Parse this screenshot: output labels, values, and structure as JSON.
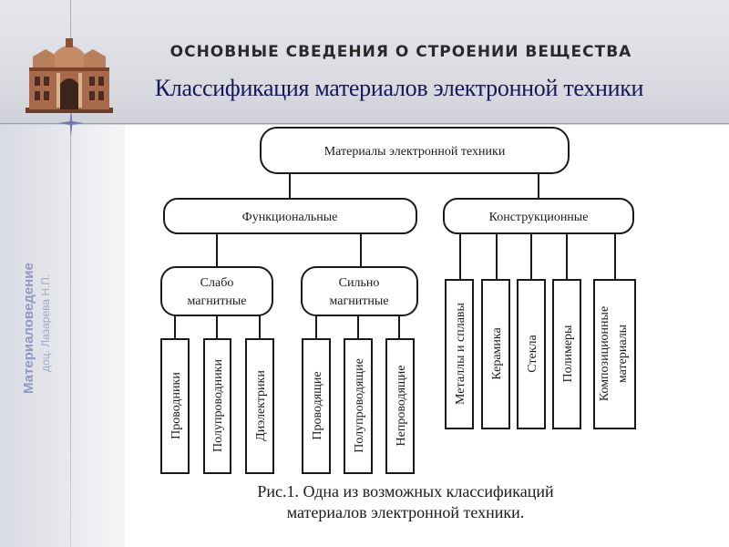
{
  "header": {
    "title": "ОСНОВНЫЕ СВЕДЕНИЯ О СТРОЕНИИ ВЕЩЕСТВА",
    "subtitle": "Классификация материалов электронной техники"
  },
  "sidebar": {
    "course": "Материаловедение",
    "author": "доц. Лазарева Н.П."
  },
  "diagram": {
    "root": "Материалы электронной техники",
    "functional": {
      "label": "Функциональные",
      "weak": {
        "line1": "Слабо",
        "line2": "магнитные",
        "leaves": [
          "Проводники",
          "Полупроводники",
          "Диэлектрики"
        ]
      },
      "strong": {
        "line1": "Сильно",
        "line2": "магнитные",
        "leaves": [
          "Проводящие",
          "Полупроводящие",
          "Непроводящие"
        ]
      }
    },
    "structural": {
      "label": "Конструкционные",
      "leaves": [
        {
          "line1": "Металлы и сплавы",
          "line2": ""
        },
        {
          "line1": "Керамика",
          "line2": ""
        },
        {
          "line1": "Стекла",
          "line2": ""
        },
        {
          "line1": "Полимеры",
          "line2": ""
        },
        {
          "line1": "Композиционные",
          "line2": "материалы"
        }
      ]
    }
  },
  "caption": {
    "line1": "Рис.1. Одна из возможных классификаций",
    "line2": "материалов электронной техники."
  },
  "colors": {
    "title_blue": "#16185a",
    "side_text": "#8e99c4",
    "accent_line": "#9aa0b8"
  }
}
